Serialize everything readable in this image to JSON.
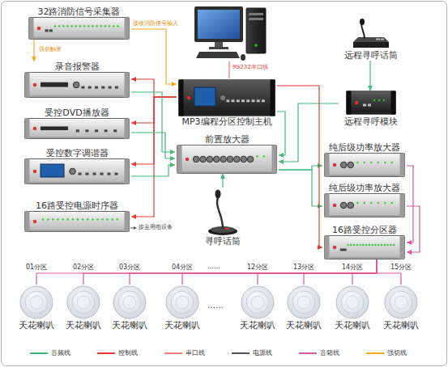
{
  "diagram": {
    "nodes": [
      {
        "text": [
          "32路消防信号采集器"
        ]
      },
      {
        "text": [
          "录音报警器"
        ]
      },
      {
        "text": [
          "受控DVD播放器"
        ]
      },
      {
        "text": [
          "受控数字调谐器"
        ]
      },
      {
        "text": [
          "16路受控电源时序器"
        ]
      },
      {
        "text": [
          "远程寻呼话筒"
        ]
      },
      {
        "text": [
          "MP3编程分区控制主机"
        ]
      },
      {
        "text": [
          "远程寻呼模块"
        ]
      },
      {
        "text": [
          "前置放大器"
        ]
      },
      {
        "text": [
          "寻呼话筒"
        ]
      },
      {
        "text": [
          "纯后级功率放大器"
        ]
      },
      {
        "text": [
          "纯后级功率放大器"
        ]
      },
      {
        "text": [
          "16路受控分区器"
        ]
      },
      {
        "text": [
          "天花喇叭"
        ]
      },
      {
        "text": [
          "天花喇叭"
        ]
      },
      {
        "text": [
          "天花喇叭"
        ]
      },
      {
        "text": [
          "天花喇叭"
        ]
      },
      {
        "text": [
          "天花喇叭"
        ]
      },
      {
        "text": [
          "天花喇叭"
        ]
      },
      {
        "text": [
          "天花喇叭"
        ]
      },
      {
        "text": [
          "天花喇叭"
        ]
      }
    ],
    "edges": [
      {
        "from": 0,
        "to": 6,
        "arrow": "to",
        "label": "接收消防信号输入"
      },
      {
        "from": 0,
        "to": 1,
        "arrow": "to",
        "label": "强切触发"
      },
      {
        "from": 6,
        "to": 1,
        "arrow": "to"
      },
      {
        "from": 6,
        "to": 2,
        "arrow": "to"
      },
      {
        "from": 6,
        "to": 3,
        "arrow": "to"
      },
      {
        "from": 6,
        "to": 4,
        "arrow": "to"
      },
      {
        "from": 1,
        "to": 8,
        "arrow": "to"
      },
      {
        "from": 2,
        "to": 8,
        "arrow": "to"
      },
      {
        "from": 3,
        "to": 8,
        "arrow": "to"
      },
      {
        "from": 6,
        "to": 8,
        "arrow": "to"
      },
      {
        "from": 5,
        "to": 7,
        "arrow": "to"
      },
      {
        "from": 7,
        "to": 8,
        "arrow": "to"
      },
      {
        "from": 9,
        "to": 8,
        "arrow": "to"
      },
      {
        "from": 8,
        "to": 10,
        "arrow": "to"
      },
      {
        "from": 8,
        "to": 11,
        "arrow": "to"
      },
      {
        "from": 6,
        "to": 12,
        "arrow": "to"
      },
      {
        "from": 10,
        "to": 12,
        "arrow": "to"
      },
      {
        "from": 11,
        "to": 12,
        "arrow": "to"
      },
      {
        "from": 12,
        "to": 13,
        "arrow": "none",
        "label": "01分区"
      },
      {
        "from": 12,
        "to": 14,
        "arrow": "none",
        "label": "02分区"
      },
      {
        "from": 12,
        "to": 15,
        "arrow": "none",
        "label": "03分区"
      },
      {
        "from": 12,
        "to": 16,
        "arrow": "none",
        "label": "04分区"
      },
      {
        "from": 12,
        "to": 17,
        "arrow": "none",
        "label": "12分区"
      },
      {
        "from": 12,
        "to": 18,
        "arrow": "none",
        "label": "13分区"
      },
      {
        "from": 12,
        "to": 19,
        "arrow": "none",
        "label": "14分区"
      },
      {
        "from": 12,
        "to": 20,
        "arrow": "none",
        "label": "15分区"
      }
    ],
    "labels": [
      "RS232串口线",
      "接至用电设备",
      "……",
      "……"
    ],
    "legend": [
      {
        "text": "音频线",
        "color": "#3cb878"
      },
      {
        "text": "控制线",
        "color": "#e53935"
      },
      {
        "text": "串口线",
        "color": "#f08080"
      },
      {
        "text": "电源线",
        "color": "#555555"
      },
      {
        "text": "音箱线",
        "color": "#e0559a"
      },
      {
        "text": "强切线",
        "color": "#f5a623"
      }
    ]
  }
}
